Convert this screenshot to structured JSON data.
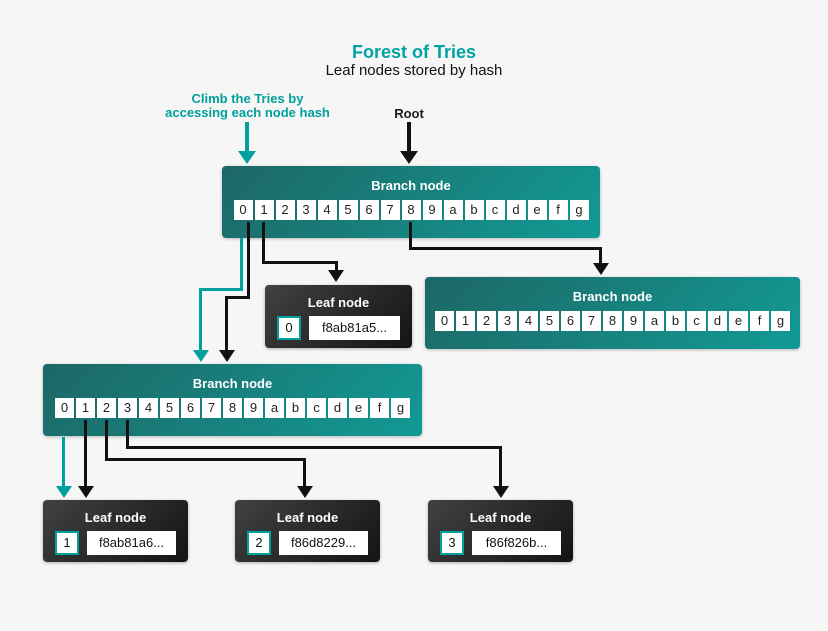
{
  "header": {
    "title": "Forest of Tries",
    "subtitle": "Leaf nodes stored by hash"
  },
  "annotations": {
    "climb_line1": "Climb the Tries by",
    "climb_line2": "accessing each node hash",
    "root": "Root"
  },
  "colors": {
    "teal_accent": "#00a19c",
    "branch_gradient_start": "#1d6765",
    "branch_gradient_end": "#129a95",
    "leaf_gradient_start": "#414141",
    "leaf_gradient_end": "#141414",
    "background": "#f6f6f6",
    "connector_black": "#111111"
  },
  "branch_cells": [
    "0",
    "1",
    "2",
    "3",
    "4",
    "5",
    "6",
    "7",
    "8",
    "9",
    "a",
    "b",
    "c",
    "d",
    "e",
    "f",
    "g"
  ],
  "nodes": {
    "root_branch": {
      "title": "Branch node"
    },
    "right_branch": {
      "title": "Branch node"
    },
    "left_branch": {
      "title": "Branch node"
    },
    "leaf_0": {
      "title": "Leaf node",
      "index": "0",
      "hash": "f8ab81a5..."
    },
    "leaf_1": {
      "title": "Leaf node",
      "index": "1",
      "hash": "f8ab81a6..."
    },
    "leaf_2": {
      "title": "Leaf node",
      "index": "2",
      "hash": "f86d8229..."
    },
    "leaf_3": {
      "title": "Leaf node",
      "index": "3",
      "hash": "f86f826b..."
    }
  }
}
